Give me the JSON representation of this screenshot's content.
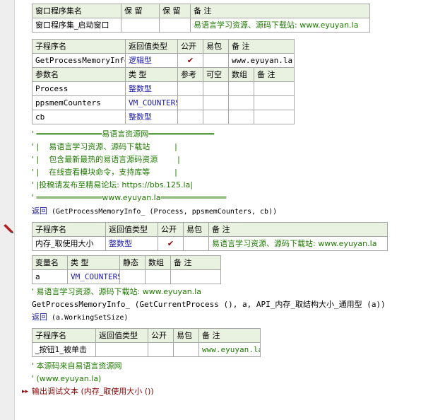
{
  "program_set": {
    "headers": [
      "窗口程序集名",
      "保 留",
      "保 留",
      "备 注"
    ],
    "row": [
      "窗口程序集_启动窗口",
      "",
      "",
      "易语言学习资源、源码下载站: www.eyuyan.la"
    ]
  },
  "sub1": {
    "headers": [
      "子程序名",
      "返回值类型",
      "公开",
      "易包",
      "备 注"
    ],
    "row": [
      "GetProcessMemoryInfo",
      "逻辑型",
      "✔",
      "",
      "www.eyuyan.la"
    ],
    "param_headers": [
      "参数名",
      "类 型",
      "参考",
      "可空",
      "数组",
      "备 注"
    ],
    "params": [
      [
        "Process",
        "整数型",
        "",
        "",
        "",
        ""
      ],
      [
        "ppsmemCounters",
        "VM_COUNTERS",
        "",
        "",
        "",
        ""
      ],
      [
        "cb",
        "整数型",
        "",
        "",
        "",
        ""
      ]
    ]
  },
  "comment_box": [
    "' ══════════════易语言资源网══════════════",
    "' |    易语言学习资源、源码下载站          |",
    "' |    包含最新最热的易语言源码资源        |",
    "' |    在线查看模块命令，支持库等          |",
    "' |投稿请发布至精易论坛: https://bbs.125.la|",
    "' ══════════════www.eyuyan.la══════════════"
  ],
  "return1": {
    "keyword": "返回",
    "expr": " (GetProcessMemoryInfo_ (Process, ppsmemCounters, cb))"
  },
  "sub2": {
    "headers": [
      "子程序名",
      "返回值类型",
      "公开",
      "易包",
      "备 注"
    ],
    "row": [
      "内存_取使用大小",
      "整数型",
      "✔",
      "",
      "易语言学习资源、源码下载站: www.eyuyan.la"
    ],
    "var_headers": [
      "变量名",
      "类 型",
      "静态",
      "数组",
      "备 注"
    ],
    "vars": [
      [
        "a",
        "VM_COUNTERS",
        "",
        "",
        ""
      ]
    ]
  },
  "sub2_lines": {
    "comment": "' 易语言学习资源、源码下载站: www.eyuyan.la",
    "call": "GetProcessMemoryInfo_ (GetCurrentProcess (), a, API_内存_取结构大小_通用型 (a))",
    "return_keyword": "返回",
    "return_expr": " (a.WorkingSetSize)"
  },
  "sub3": {
    "headers": [
      "子程序名",
      "返回值类型",
      "公开",
      "易包",
      "备 注"
    ],
    "row": [
      "_按钮1_被单击",
      "",
      "",
      "",
      "www.eyuyan.la"
    ]
  },
  "sub3_lines": {
    "comment1": "' 本源码来自易语言资源网",
    "comment2": "' (www.eyuyan.la)",
    "output": "输出调试文本 (内存_取使用大小 ())"
  },
  "icons": {
    "pencil": "pencil-icon",
    "arrow": "double-arrow-icon",
    "check": "check-icon"
  },
  "colors": {
    "header_bg": "#e9f1e0",
    "comment_green": "#1f7a00",
    "type_blue": "#1a1aa6",
    "keyword_blue": "#1a1aa6",
    "check_red": "#8b0000"
  }
}
